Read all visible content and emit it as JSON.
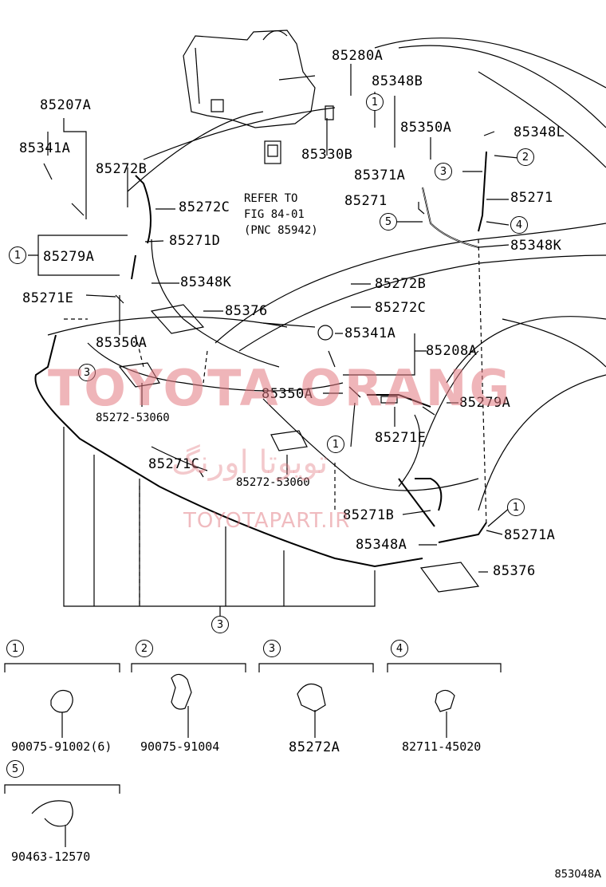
{
  "diagram": {
    "drawing_code": "853048A",
    "refer": {
      "line1": "REFER TO",
      "line2": "FIG 84-01",
      "line3": "(PNC 85942)"
    },
    "watermarks": {
      "main": "TOYOTA ORANG",
      "persian": "تویوتا اورنگ",
      "url": "TOYOTAPART.IR"
    },
    "parts": {
      "p85280A": "85280A",
      "p85348B": "85348B",
      "p85207A": "85207A",
      "p85330B": "85330B",
      "p85350A_top": "85350A",
      "p85348L": "85348L",
      "p85341A_left": "85341A",
      "p85371A": "85371A",
      "p85272B_top": "85272B",
      "p85272C_top": "85272C",
      "p85271_left": "85271",
      "p85271_right": "85271",
      "p85271D": "85271D",
      "p85348K_right": "85348K",
      "p85279A_left": "85279A",
      "p85271E_left": "85271E",
      "p85348K_mid": "85348K",
      "p85272B_mid": "85272B",
      "p85376_top": "85376",
      "p85272C_mid": "85272C",
      "p85341A_mid": "85341A",
      "p85208A": "85208A",
      "p85350A_left": "85350A",
      "p85350A_mid": "85350A",
      "p85279A_right": "85279A",
      "p85272_53060_a": "85272-53060",
      "p85271E_right": "85271E",
      "p85271C": "85271C",
      "p85272_53060_b": "85272-53060",
      "p85271B": "85271B",
      "p85271A": "85271A",
      "p85348A": "85348A",
      "p85376_bottom": "85376"
    },
    "callouts": {
      "c1": "1",
      "c2": "2",
      "c3": "3",
      "c4": "4",
      "c5": "5"
    },
    "legend": [
      {
        "key": "1",
        "part": "90075-91002(6)"
      },
      {
        "key": "2",
        "part": "90075-91004"
      },
      {
        "key": "3",
        "part": "85272A"
      },
      {
        "key": "4",
        "part": "82711-45020"
      },
      {
        "key": "5",
        "part": "90463-12570"
      }
    ]
  }
}
